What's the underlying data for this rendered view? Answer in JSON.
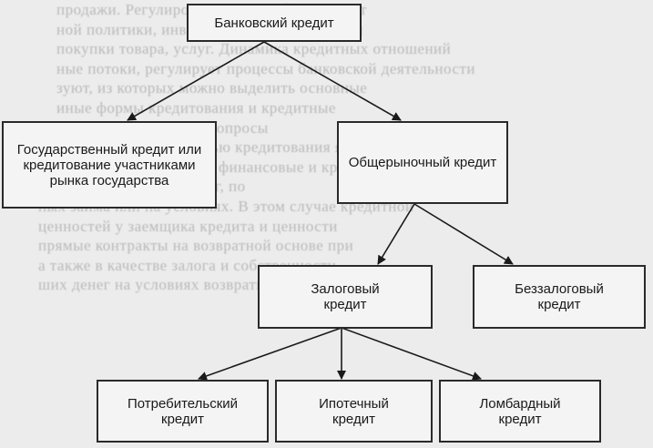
{
  "nodes": {
    "root": "Банковский кредит",
    "state": "Государственный кредит или кредитование участниками рынка государства",
    "general": "Общерыночный кредит",
    "secured": "Залоговый кредит",
    "unsecured": "Беззалоговый кредит",
    "consumer": "Потребительский кредит",
    "mortgage": "Ипотечный кредит",
    "pawn": "Ломбардный кредит"
  },
  "background_text": [
    "продажи. Регулирование может быть кредит",
    "ной политики, инвестиции или носители сп",
    "покупки товара, услуг. Динамика кредитных отношений",
    "ные потоки, регулирует процессы банковской деятельности",
    "зуют, из которых можно выделить основные",
    "иные формы кредитования и кредитные",
    "ся данные отдельные вопросы",
    "Экономической сущностью кредитования является к",
    "часть ценностей, а также финансовые и кредитные",
    "кредит в виде займа денег, по",
    "ных займа или на условиях. В этом случае кредитной",
    "ценностей у заемщика кредита и ценности",
    "прямые контракты на возвратной основе при",
    "а также в качестве залога и собственности",
    "ших денег на условиях возвратности"
  ]
}
